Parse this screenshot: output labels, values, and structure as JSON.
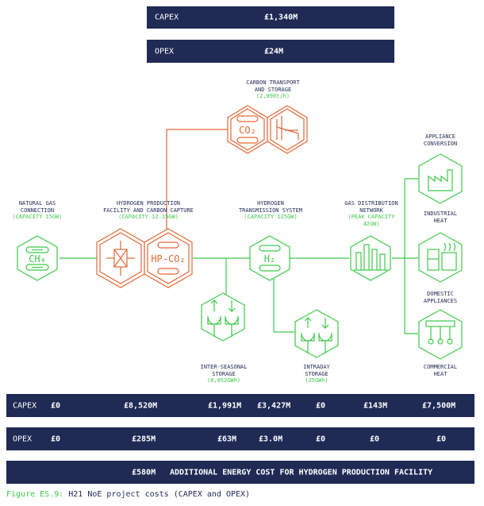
{
  "top_costs": {
    "capex": {
      "label": "CAPEX",
      "value": "£1,340M"
    },
    "opex": {
      "label": "OPEX",
      "value": "£24M"
    }
  },
  "nodes": {
    "carbon": {
      "title_1": "CARBON TRANSPORT",
      "title_2": "AND STORAGE",
      "capacity": "(2,890t/h)",
      "co2_text": "CO₂"
    },
    "natural_gas": {
      "title_1": "NATURAL GAS",
      "title_2": "CONNECTION",
      "capacity": "(CAPACITY 15GW)",
      "ch4_text": "CH₄"
    },
    "production": {
      "title_1": "HYDROGEN PRODUCTION",
      "title_2": "FACILITY AND CARBON CAPTURE",
      "capacity": "(CAPACITY 12.15GW)",
      "hp_text": "HP-CO₂"
    },
    "transmission": {
      "title_1": "HYDROGEN",
      "title_2": "TRANSMISSION SYSTEM",
      "capacity": "(CAPACITY 125GW)",
      "h2_text": "H₂"
    },
    "distribution": {
      "title_1": "GAS DISTRIBUTION",
      "title_2": "NETWORK",
      "capacity_1": "(PEAK CAPACITY",
      "capacity_2": "42GW)"
    },
    "interseasonal": {
      "title_1": "INTER-SEASONAL",
      "title_2": "STORAGE",
      "capacity": "(8,052GWh)"
    },
    "intraday": {
      "title_1": "INTRADAY",
      "title_2": "STORAGE",
      "capacity": "(25GWh)"
    },
    "appliance": {
      "title_1": "APPLIANCE",
      "title_2": "CONVERSION"
    },
    "industrial": {
      "title_1": "INDUSTRIAL",
      "title_2": "HEAT"
    },
    "domestic": {
      "title_1": "DOMESTIC",
      "title_2": "APPLIANCES"
    },
    "commercial": {
      "title_1": "COMMERCIAL",
      "title_2": "HEAT"
    }
  },
  "bottom_capex": {
    "label": "CAPEX",
    "values": [
      "£0",
      "£8,520M",
      "£1,991M",
      "£3,427M",
      "£0",
      "£143M",
      "£7,500M"
    ]
  },
  "bottom_opex": {
    "label": "OPEX",
    "values": [
      "£0",
      "£285M",
      "£63M",
      "£3.0M",
      "£0",
      "£0",
      "£0"
    ]
  },
  "additional": {
    "value": "£580M",
    "text": "ADDITIONAL ENERGY COST FOR HYDROGEN PRODUCTION FACILITY"
  },
  "caption": {
    "figure": "Figure ES.9:",
    "text": " H21 NoE project costs (CAPEX and OPEX)"
  },
  "colors": {
    "navy": "#1f2a55",
    "green": "#3fc94a",
    "orange": "#e0693a"
  }
}
